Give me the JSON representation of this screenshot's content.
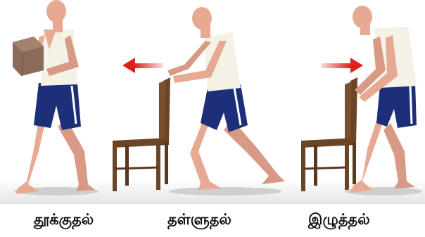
{
  "panels": [
    {
      "caption": "தூக்குதல்",
      "action": "lifting"
    },
    {
      "caption": "தள்ளுதல்",
      "action": "pushing",
      "arrow_direction": "left"
    },
    {
      "caption": "இழுத்தல்",
      "action": "pulling",
      "arrow_direction": "right"
    }
  ],
  "colors": {
    "skin": "#e8a993",
    "skin_shadow": "#c98572",
    "shorts": "#1e2f7a",
    "shorts_stripe": "#ffffff",
    "vest": "#f4f1e6",
    "chair": "#6b4426",
    "box": "#8a6a58",
    "arrow": "#e0201c",
    "floor_shadow": "#d8d8d8"
  }
}
